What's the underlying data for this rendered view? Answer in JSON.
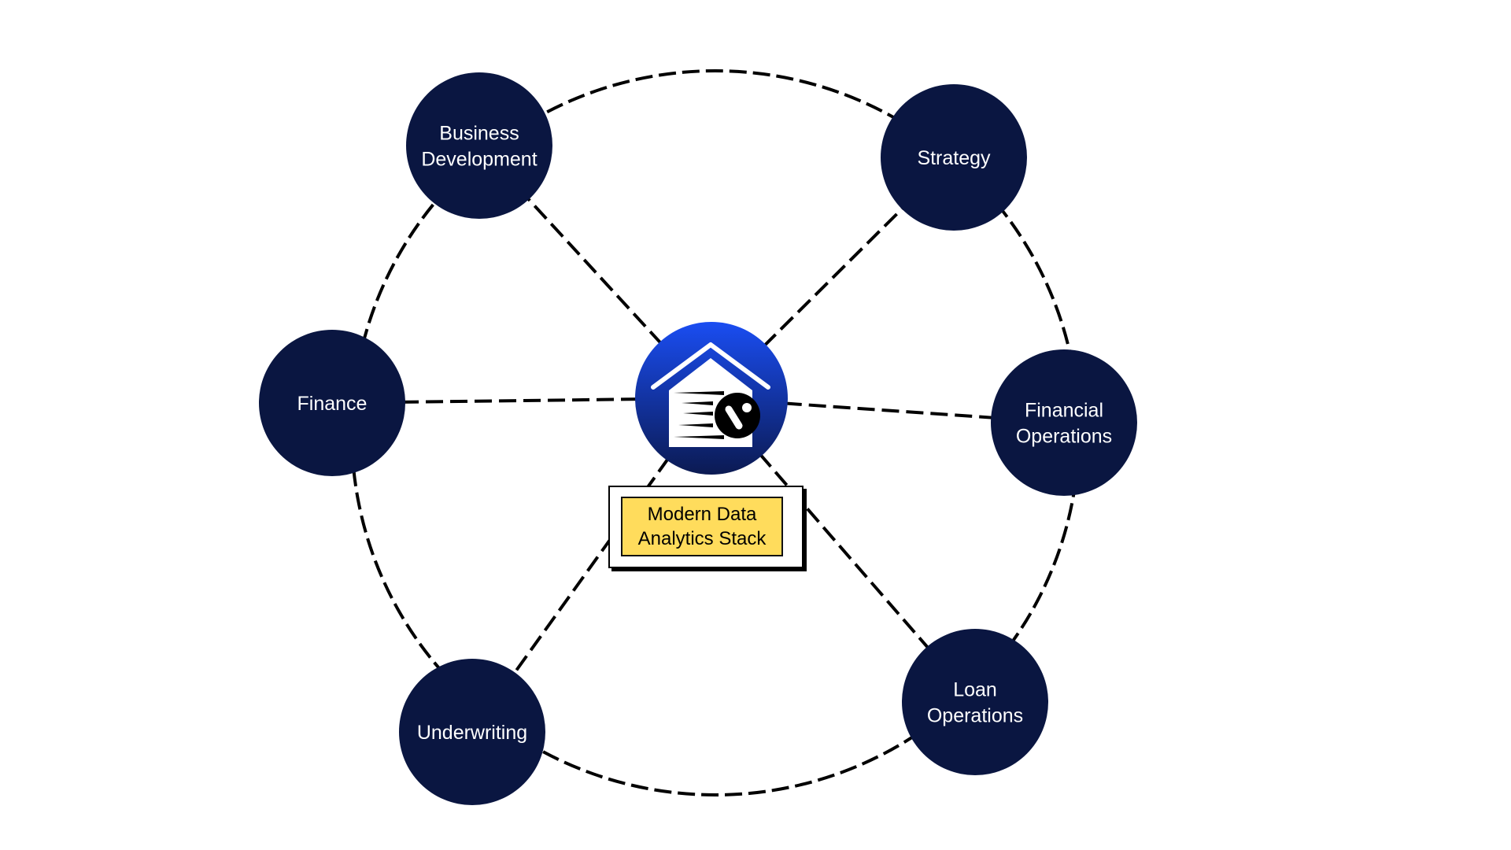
{
  "diagram": {
    "type": "hub-and-spoke",
    "hub": {
      "icon": "house-with-speeding-ball-logo-icon",
      "label_lines": [
        "Modern Data",
        "Analytics Stack"
      ]
    },
    "nodes": [
      {
        "id": "business-development",
        "label_lines": [
          "Business",
          "Development"
        ]
      },
      {
        "id": "strategy",
        "label_lines": [
          "Strategy"
        ]
      },
      {
        "id": "finance",
        "label_lines": [
          "Finance"
        ]
      },
      {
        "id": "financial-operations",
        "label_lines": [
          "Financial",
          "Operations"
        ]
      },
      {
        "id": "underwriting",
        "label_lines": [
          "Underwriting"
        ]
      },
      {
        "id": "loan-operations",
        "label_lines": [
          "Loan",
          "Operations"
        ]
      }
    ],
    "edges": [
      {
        "from": "hub",
        "to": "business-development",
        "style": "dashed"
      },
      {
        "from": "hub",
        "to": "strategy",
        "style": "dashed"
      },
      {
        "from": "hub",
        "to": "finance",
        "style": "dashed"
      },
      {
        "from": "hub",
        "to": "financial-operations",
        "style": "dashed"
      },
      {
        "from": "hub",
        "to": "underwriting",
        "style": "dashed"
      },
      {
        "from": "hub",
        "to": "loan-operations",
        "style": "dashed"
      }
    ],
    "ring": {
      "style": "dashed",
      "connects": "all-nodes"
    },
    "colors": {
      "node_fill": "#0A1641",
      "node_text": "#FFFFFF",
      "hub_gradient_top": "#1A4DF2",
      "hub_gradient_bottom": "#0B1A52",
      "label_fill": "#FFDC5C",
      "line": "#000000"
    }
  }
}
